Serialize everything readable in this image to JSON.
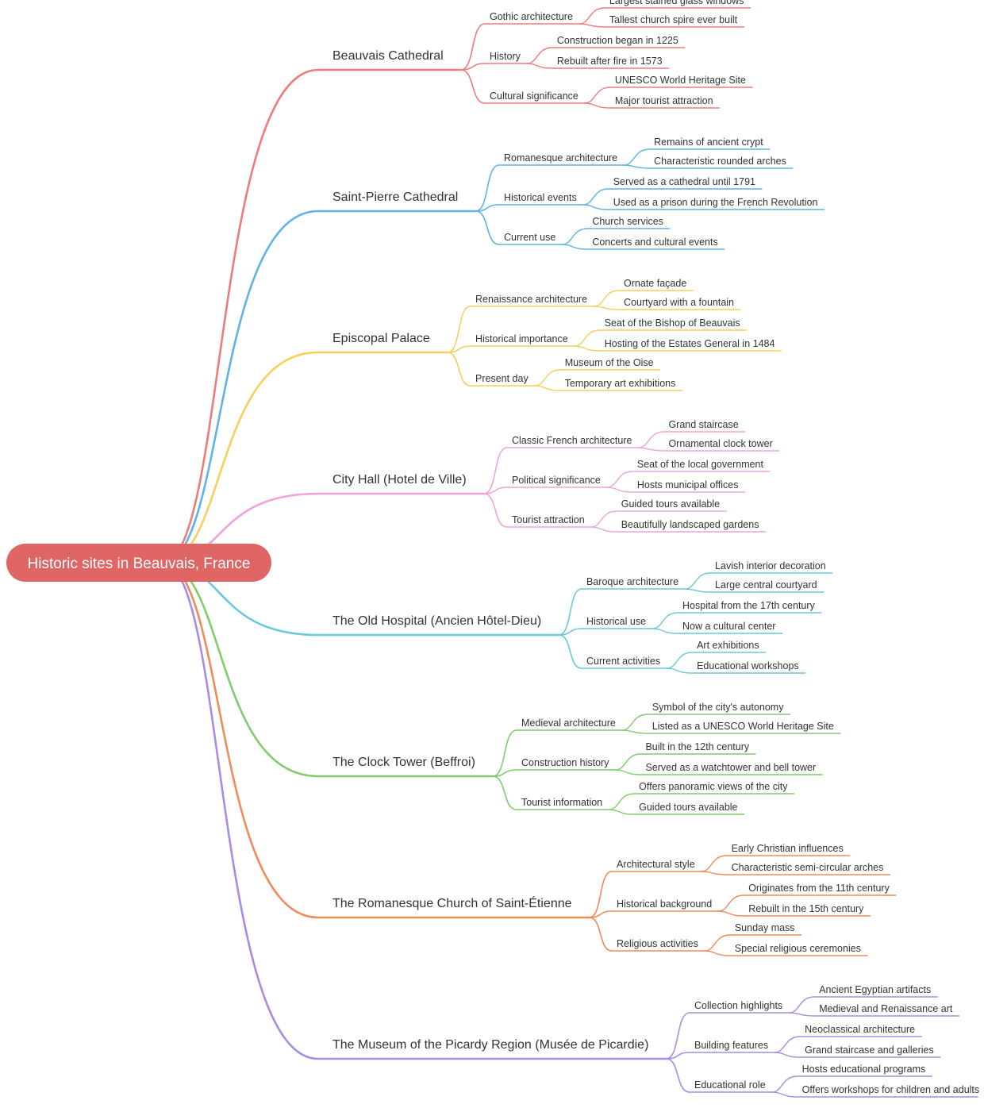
{
  "root": {
    "label": "Historic sites in Beauvais, France",
    "color": "#e06666"
  },
  "sites": [
    {
      "label": "Beauvais Cathedral",
      "color": "#f07a7a",
      "children": [
        {
          "label": "Gothic architecture",
          "children": [
            "Largest stained glass windows",
            "Tallest church spire ever built"
          ]
        },
        {
          "label": "History",
          "children": [
            "Construction began in 1225",
            "Rebuilt after fire in 1573"
          ]
        },
        {
          "label": "Cultural significance",
          "children": [
            "UNESCO World Heritage Site",
            "Major tourist attraction"
          ]
        }
      ]
    },
    {
      "label": "Saint-Pierre Cathedral",
      "color": "#5db4e6",
      "children": [
        {
          "label": "Romanesque architecture",
          "children": [
            "Remains of ancient crypt",
            "Characteristic rounded arches"
          ]
        },
        {
          "label": "Historical events",
          "children": [
            "Served as a cathedral until 1791",
            "Used as a prison during the French Revolution"
          ]
        },
        {
          "label": "Current use",
          "children": [
            "Church services",
            "Concerts and cultural events"
          ]
        }
      ]
    },
    {
      "label": "Episcopal Palace",
      "color": "#f8cf5b",
      "children": [
        {
          "label": "Renaissance architecture",
          "children": [
            "Ornate façade",
            "Courtyard with a fountain"
          ]
        },
        {
          "label": "Historical importance",
          "children": [
            "Seat of the Bishop of Beauvais",
            "Hosting of the Estates General in 1484"
          ]
        },
        {
          "label": "Present day",
          "children": [
            "Museum of the Oise",
            "Temporary art exhibitions"
          ]
        }
      ]
    },
    {
      "label": "City Hall (Hotel de Ville)",
      "color": "#f0a3dc",
      "children": [
        {
          "label": "Classic French architecture",
          "children": [
            "Grand staircase",
            "Ornamental clock tower"
          ]
        },
        {
          "label": "Political significance",
          "children": [
            "Seat of the local government",
            "Hosts municipal offices"
          ]
        },
        {
          "label": "Tourist attraction",
          "children": [
            "Guided tours available",
            "Beautifully landscaped gardens"
          ]
        }
      ]
    },
    {
      "label": "The Old Hospital (Ancien Hôtel-Dieu)",
      "color": "#68c8dc",
      "children": [
        {
          "label": "Baroque architecture",
          "children": [
            "Lavish interior decoration",
            "Large central courtyard"
          ]
        },
        {
          "label": "Historical use",
          "children": [
            "Hospital from the 17th century",
            "Now a cultural center"
          ]
        },
        {
          "label": "Current activities",
          "children": [
            "Art exhibitions",
            "Educational workshops"
          ]
        }
      ]
    },
    {
      "label": "The Clock Tower (Beffroi)",
      "color": "#7fcc6c",
      "children": [
        {
          "label": "Medieval architecture",
          "children": [
            "Symbol of the city's autonomy",
            "Listed as a UNESCO World Heritage Site"
          ]
        },
        {
          "label": "Construction history",
          "children": [
            "Built in the 12th century",
            "Served as a watchtower and bell tower"
          ]
        },
        {
          "label": "Tourist information",
          "children": [
            "Offers panoramic views of the city",
            "Guided tours available"
          ]
        }
      ]
    },
    {
      "label": "The Romanesque Church of Saint-Étienne",
      "color": "#f08a5a",
      "children": [
        {
          "label": "Architectural style",
          "children": [
            "Early Christian influences",
            "Characteristic semi-circular arches"
          ]
        },
        {
          "label": "Historical background",
          "children": [
            "Originates from the 11th century",
            "Rebuilt in the 15th century"
          ]
        },
        {
          "label": "Religious activities",
          "children": [
            "Sunday mass",
            "Special religious ceremonies"
          ]
        }
      ]
    },
    {
      "label": "The Museum of the Picardy Region (Musée de Picardie)",
      "color": "#a98be0",
      "children": [
        {
          "label": "Collection highlights",
          "children": [
            "Ancient Egyptian artifacts",
            "Medieval and Renaissance art"
          ]
        },
        {
          "label": "Building features",
          "children": [
            "Neoclassical architecture",
            "Grand staircase and galleries"
          ]
        },
        {
          "label": "Educational role",
          "children": [
            "Hosts educational programs",
            "Offers workshops for children and adults"
          ]
        }
      ]
    }
  ]
}
